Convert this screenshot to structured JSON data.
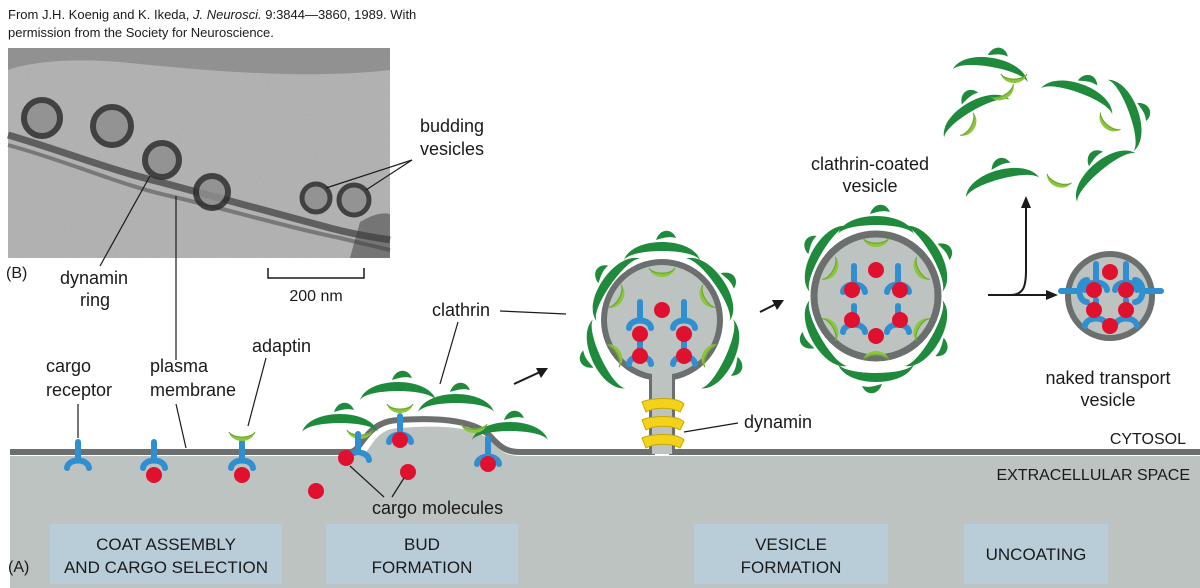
{
  "credit": {
    "line1_prefix": "From J.H. Koenig and K. Ikeda, ",
    "line1_journal": "J. Neurosci.",
    "line1_suffix": " 9:3844—3860, 1989. With",
    "line2": "permission from the Society for Neuroscience."
  },
  "micrograph": {
    "panel_label": "(B)",
    "scale_bar": "200 nm",
    "labels": {
      "budding_line1": "budding",
      "budding_line2": "vesicles",
      "dynamin_line1": "dynamin",
      "dynamin_line2": "ring"
    }
  },
  "diagram": {
    "panel_label": "(A)",
    "labels": {
      "cargo_receptor_line1": "cargo",
      "cargo_receptor_line2": "receptor",
      "plasma_membrane_line1": "plasma",
      "plasma_membrane_line2": "membrane",
      "adaptin": "adaptin",
      "clathrin": "clathrin",
      "cargo_molecules": "cargo molecules",
      "dynamin": "dynamin",
      "clathrin_coated_vesicle_line1": "clathrin-coated",
      "clathrin_coated_vesicle_line2": "vesicle",
      "naked_transport_vesicle_line1": "naked transport",
      "naked_transport_vesicle_line2": "vesicle",
      "cytosol": "CYTOSOL",
      "extracellular_space": "EXTRACELLULAR SPACE"
    },
    "stages": [
      {
        "line1": "COAT ASSEMBLY",
        "line2": "AND CARGO SELECTION"
      },
      {
        "line1": "BUD",
        "line2": "FORMATION"
      },
      {
        "line1": "VESICLE",
        "line2": "FORMATION"
      },
      {
        "line1": "UNCOATING",
        "line2": ""
      }
    ]
  },
  "colors": {
    "clathrin_dark": "#1f8a3c",
    "adaptin_light": "#8cc63f",
    "receptor_blue": "#2f8fd0",
    "cargo_red": "#e0102f",
    "membrane_gray": "#6b6f6e",
    "lumen_gray": "#bcc3c0",
    "dynamin_yellow": "#f3d21a",
    "stage_box": "#b9cdd9"
  }
}
